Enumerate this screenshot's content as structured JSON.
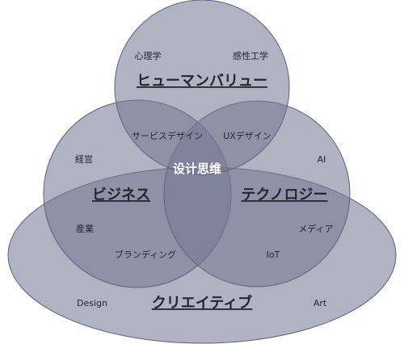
{
  "colors": {
    "region_fill": "#747892",
    "region_stroke": "#5e6179",
    "text": "#222630",
    "center_text": "#ffffff",
    "background": "#ffffff"
  },
  "diagram": {
    "sets": {
      "human_value": "ヒューマンバリュー",
      "business": "ビジネス",
      "technology": "テクノロジー",
      "creative": "クリエイティブ"
    },
    "center": "设计思维",
    "labels": {
      "psychology": "心理学",
      "ergonomics": "感性工学",
      "service_design": "サービスデザイン",
      "ux_design": "UXデザイン",
      "management": "経営",
      "ai": "AI",
      "industry": "産業",
      "media": "メディア",
      "branding": "ブランディング",
      "iot": "IoT",
      "design": "Design",
      "art": "Art"
    }
  }
}
